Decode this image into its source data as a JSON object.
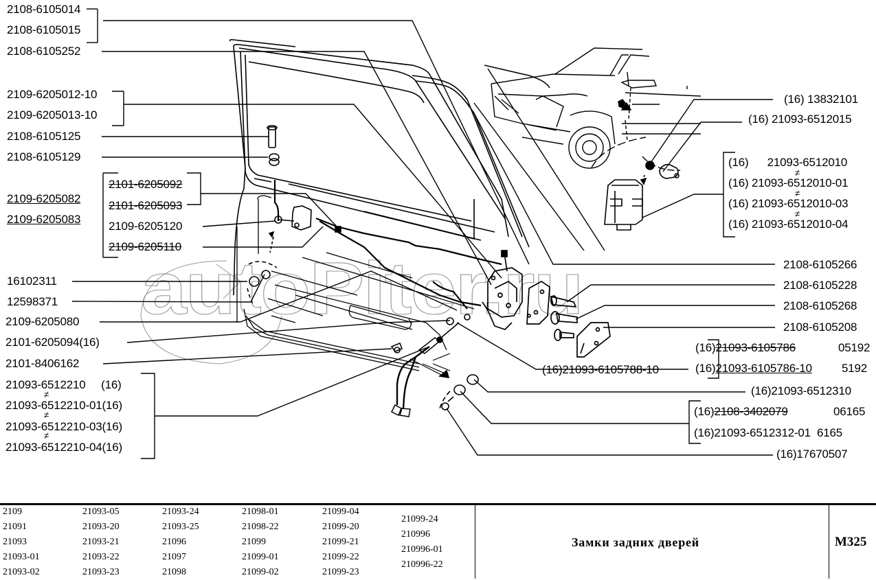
{
  "watermark": "autoPiter.ru",
  "left_labels": [
    {
      "text": "2108-6105014"
    },
    {
      "text": "2108-6105015"
    },
    {
      "text": "2108-6105252"
    },
    {
      "text": "2109-6205012-10"
    },
    {
      "text": "2109-6205013-10"
    },
    {
      "text": "2108-6105125"
    },
    {
      "text": "2108-6105129"
    },
    {
      "text": "2109-6205082",
      "style": "underline"
    },
    {
      "text": "2109-6205083",
      "style": "underline"
    },
    {
      "text": "2101-6205092",
      "style": "strikethrough"
    },
    {
      "text": "2101-6205093",
      "style": "strikethrough"
    },
    {
      "text": "2109-6205120"
    },
    {
      "text": "2109-6205110",
      "style": "strikethrough"
    },
    {
      "text": "16102311"
    },
    {
      "text": "12598371"
    },
    {
      "text": "2109-6205080"
    },
    {
      "text": "2101-6205094(16)"
    },
    {
      "text": "2101-8406162"
    },
    {
      "text": "21093-6512210     (16)"
    },
    {
      "text": "21093-6512210-01(16)"
    },
    {
      "text": "21093-6512210-03(16)"
    },
    {
      "text": "21093-6512210-04(16)"
    }
  ],
  "right_labels": [
    {
      "text": "(16) 13832101"
    },
    {
      "text": "(16) 21093-6512015"
    },
    {
      "text": "(16)      21093-6512010"
    },
    {
      "text": "(16) 21093-6512010-01"
    },
    {
      "text": "(16) 21093-6512010-03"
    },
    {
      "text": "(16) 21093-6512010-04"
    },
    {
      "text": "2108-6105266"
    },
    {
      "text": "2108-6105228"
    },
    {
      "text": "2108-6105268"
    },
    {
      "text": "2108-6105208"
    },
    {
      "prefix": "(16)",
      "text": "21093-6105786",
      "suffix": "05192",
      "style": "strikethrough-underline"
    },
    {
      "prefix": "(16)",
      "text": "21093-6105786-10",
      "suffix": "5192",
      "style": "underline"
    },
    {
      "text": "(16)21093-6105788-10"
    },
    {
      "text": "(16)21093-6512310"
    },
    {
      "prefix": "(16)",
      "text": "2108-3402079",
      "suffix": "06165",
      "style": "strikethrough"
    },
    {
      "text": "(16)21093-6512312-01  6165"
    },
    {
      "text": "(16)17670507"
    }
  ],
  "neq_symbol": "≠",
  "footer": {
    "models": [
      [
        "2109",
        "21091",
        "21093",
        "21093-01",
        "21093-02"
      ],
      [
        "21093-05",
        "21093-20",
        "21093-21",
        "21093-22",
        "21093-23"
      ],
      [
        "21093-24",
        "21093-25",
        "21096",
        "21097",
        "21098"
      ],
      [
        "21098-01",
        "21098-22",
        "21099",
        "21099-01",
        "21099-02"
      ],
      [
        "21099-04",
        "21099-20",
        "21099-21",
        "21099-22",
        "21099-23"
      ],
      [
        "21099-24",
        "210996",
        "210996-01",
        "210996-22"
      ]
    ],
    "title": "Замки задних дверей",
    "code": "M325"
  }
}
